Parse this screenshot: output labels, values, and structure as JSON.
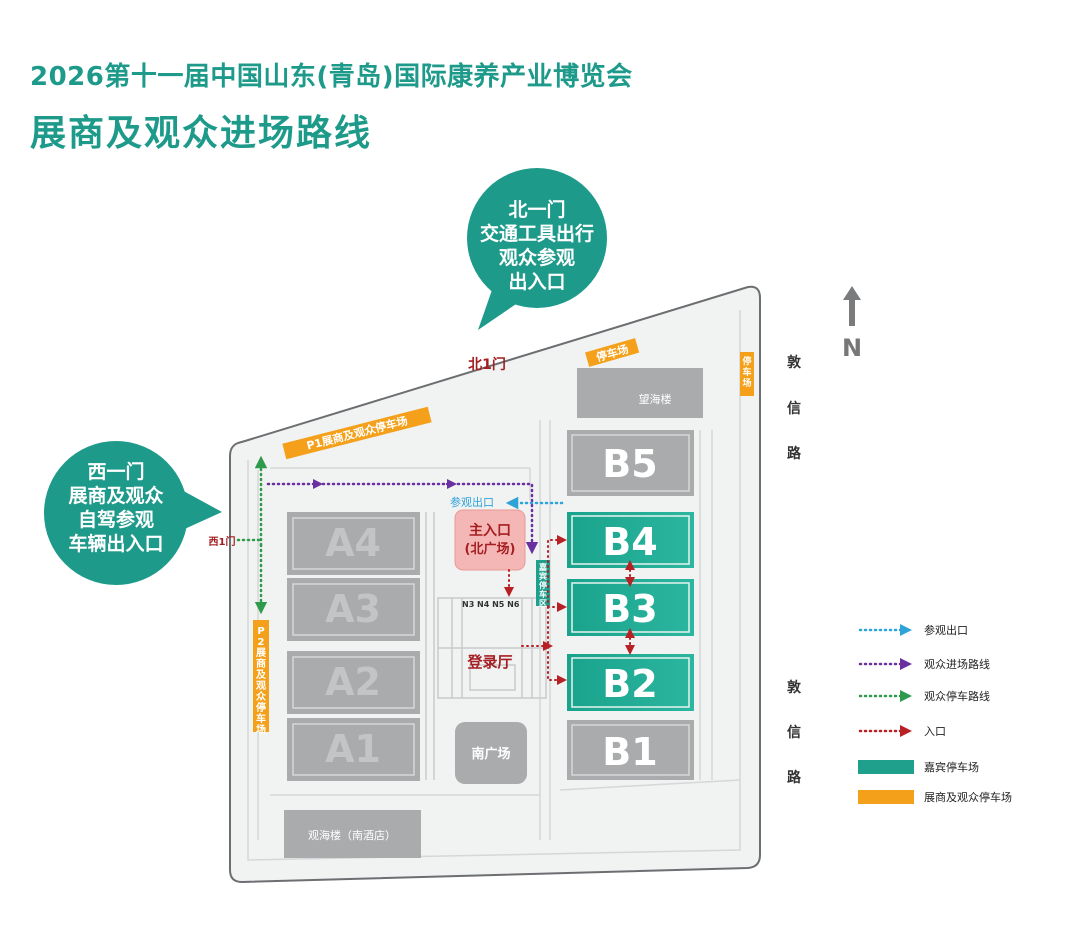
{
  "title": {
    "line1": "2026第十一届中国山东(青岛)国际康养产业博览会",
    "line2": "展商及观众进场路线"
  },
  "bubbles": {
    "north": [
      "北一门",
      "交通工具出行",
      "观众参观",
      "出入口"
    ],
    "west": [
      "西一门",
      "展商及观众",
      "自驾参观",
      "车辆出入口"
    ]
  },
  "gates": {
    "north": "北1门",
    "west": "西1门"
  },
  "parking": {
    "north_small": "停车场",
    "east_small": "停车场",
    "p1": "P1展商及观众停车场",
    "p2": "P2展商及观众停车场",
    "vip": "嘉宾停车区"
  },
  "buildings": {
    "wanghai": "望海楼",
    "guanhai": "观海楼（南酒店）",
    "main_entrance": [
      "主入口",
      "(北广场)"
    ],
    "south_plaza": "南广场",
    "registration": "登录厅",
    "n_labels": "N3 N4  N5 N6",
    "exit_label": "参观出口"
  },
  "halls": {
    "a": [
      "A4",
      "A3",
      "A2",
      "A1"
    ],
    "b": [
      "B5",
      "B4",
      "B3",
      "B2",
      "B1"
    ]
  },
  "roads": {
    "dunxin_upper": [
      "敦",
      "信",
      "路"
    ],
    "dunxin_lower": [
      "敦",
      "信",
      "路"
    ]
  },
  "compass": {
    "label": "N"
  },
  "legend": [
    {
      "type": "arrow",
      "color": "#2ea3d8",
      "label": "参观出口"
    },
    {
      "type": "arrow",
      "color": "#6a2fa0",
      "label": "观众进场路线"
    },
    {
      "type": "arrow",
      "color": "#2e9a4c",
      "label": "观众停车路线"
    },
    {
      "type": "arrow",
      "color": "#b72025",
      "label": "入口"
    },
    {
      "type": "box",
      "color": "#1fa08d",
      "label": "嘉宾停车场"
    },
    {
      "type": "box",
      "color": "#f4a01a",
      "label": "展商及观众停车场"
    }
  ],
  "colors": {
    "teal": "#1d9a8a",
    "orange": "#f4a01a",
    "hall_gray": "#a9abad",
    "hall_green": "#1fa08d",
    "entrance_pink": "#f5b7b5",
    "red_text": "#a41e22"
  }
}
